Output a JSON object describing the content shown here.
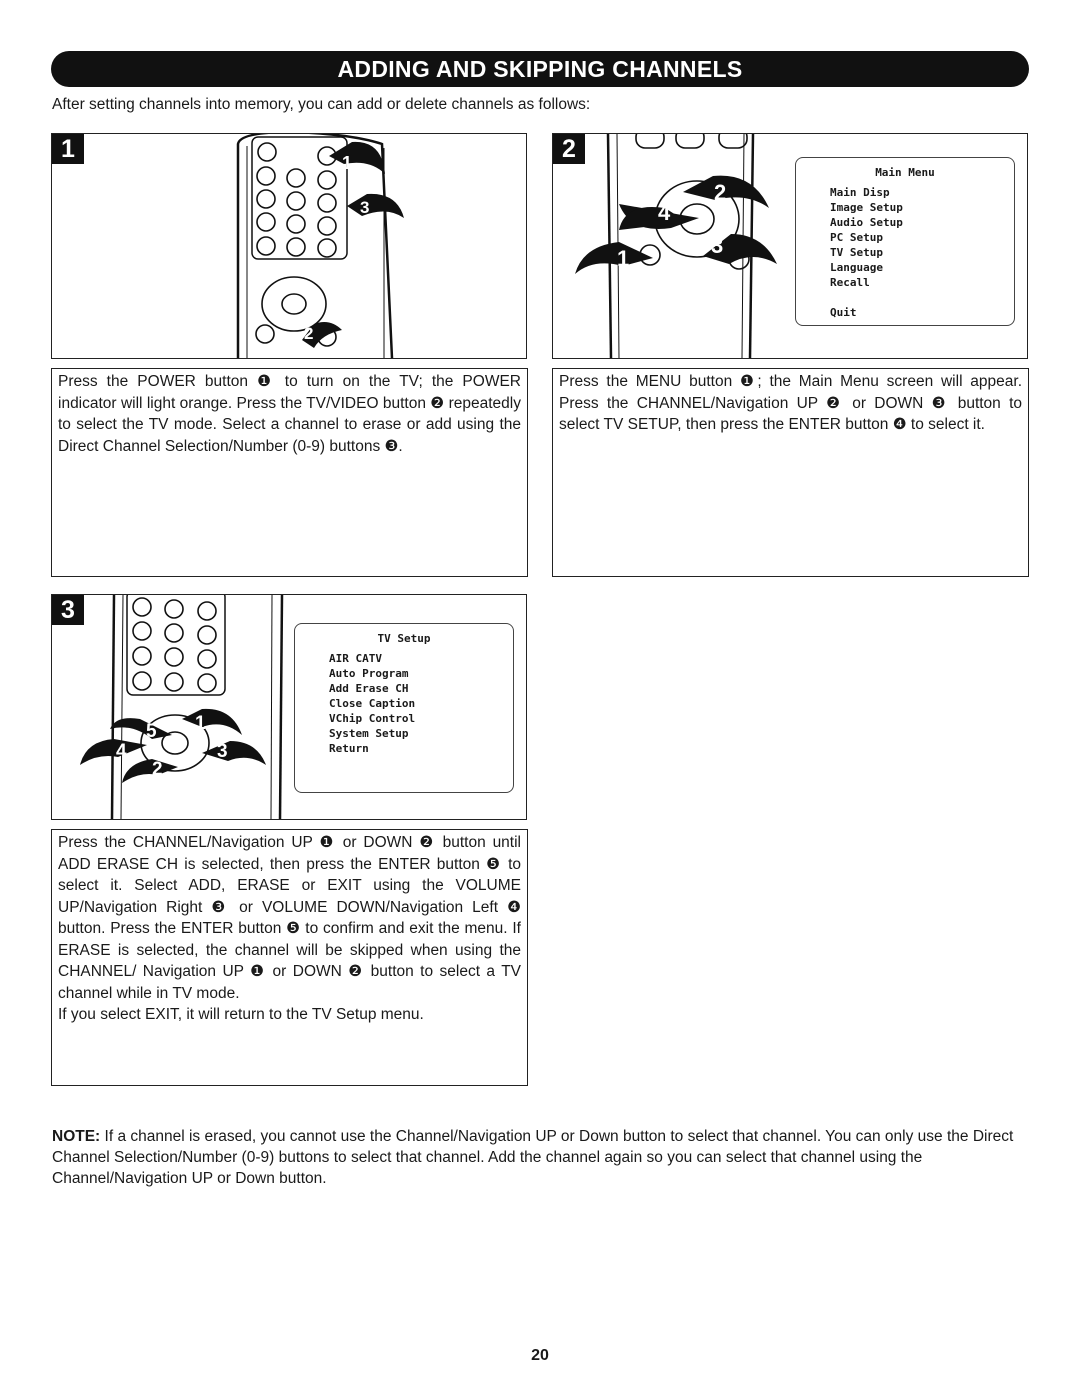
{
  "title": "ADDING AND SKIPPING CHANNELS",
  "intro": "After setting channels into memory, you can add or delete channels as follows:",
  "steps": [
    {
      "number": "1",
      "callouts": [
        "1",
        "2",
        "3"
      ],
      "text": "Press the POWER button ❶ to turn on the TV; the POWER indicator will light orange. Press the TV/VIDEO button ❷ repeatedly to select the TV mode. Select a channel to erase or add using the Direct Channel Selection/Number (0-9) buttons ❸."
    },
    {
      "number": "2",
      "callouts": [
        "1",
        "2",
        "3",
        "4"
      ],
      "menu_title": "Main Menu",
      "menu_items": [
        "Main Disp",
        "Image Setup",
        "Audio Setup",
        "PC Setup",
        "TV Setup",
        "Language",
        "Recall",
        "",
        "Quit"
      ],
      "text": "Press the MENU button ❶; the Main Menu screen will appear. Press the CHANNEL/Navigation UP ❷ or DOWN ❸ button to select TV SETUP, then press the ENTER button ❹ to select it."
    },
    {
      "number": "3",
      "callouts": [
        "1",
        "2",
        "3",
        "4",
        "5"
      ],
      "menu_title": "TV Setup",
      "menu_items": [
        "AIR CATV",
        "Auto Program",
        "Add Erase CH",
        "Close Caption",
        "VChip Control",
        "System Setup",
        "Return"
      ],
      "text": "Press the CHANNEL/Navigation UP ❶ or DOWN ❷ button until ADD ERASE CH is selected, then press the ENTER button ❺ to select it. Select ADD, ERASE or EXIT using the VOLUME UP/Navigation Right ❸ or VOLUME DOWN/Navigation Left ❹ button. Press the ENTER button ❺ to confirm and exit the menu. If ERASE is selected, the channel will be skipped when using the CHANNEL/ Navigation UP ❶ or DOWN ❷ button to select a TV channel while in TV mode.",
      "text_extra": "If you select EXIT, it will return to the TV Setup menu."
    }
  ],
  "note_label": "NOTE:",
  "note_text": " If a channel is erased, you cannot use the Channel/Navigation UP or Down button to select that channel. You can only use the Direct Channel Selection/Number (0-9) buttons to select that channel. Add the channel again so you can select that channel using the Channel/Navigation UP or Down button.",
  "page_number": "20"
}
